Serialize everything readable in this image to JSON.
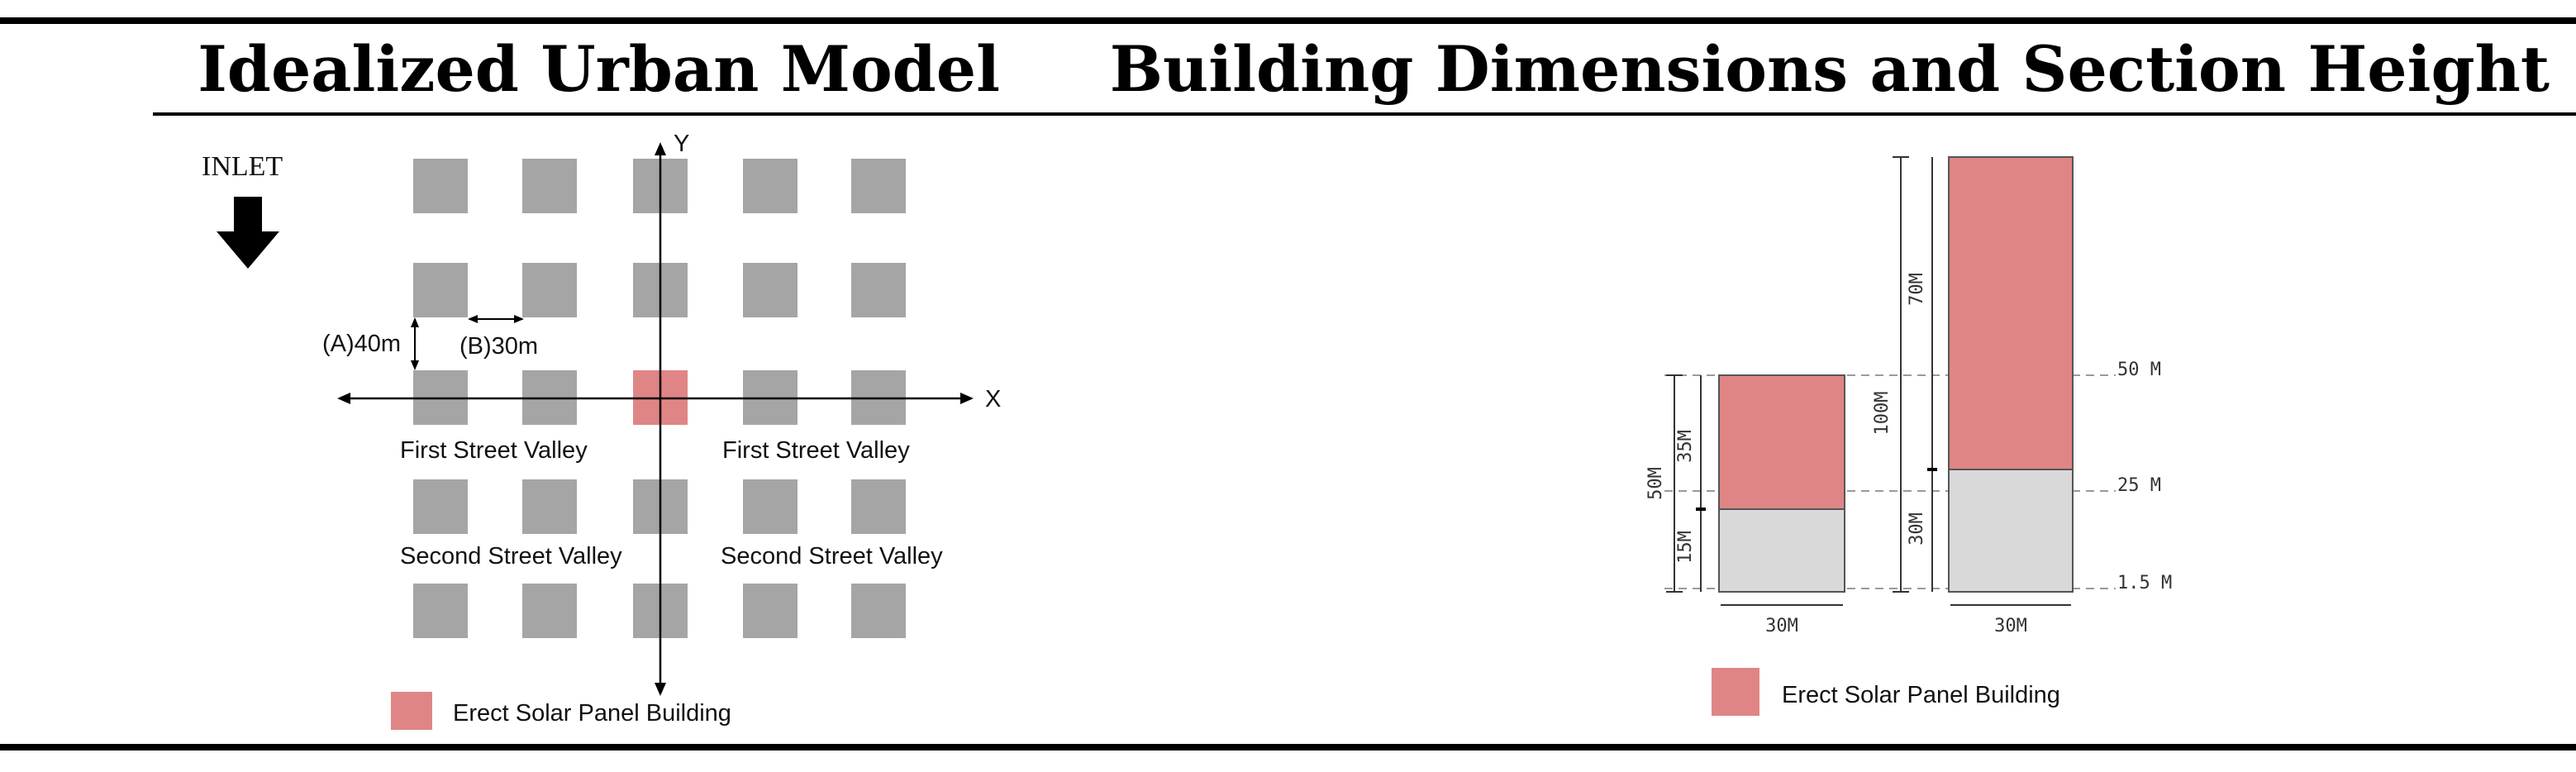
{
  "left_panel": {
    "title": "Idealized Urban Model",
    "inlet_label": "INLET",
    "axis_x_label": "X",
    "axis_y_label": "Y",
    "spacing_a_label": "(A)40m",
    "spacing_b_label": "(B)30m",
    "first_valley_left": "First Street Valley",
    "first_valley_right": "First Street Valley",
    "second_valley_left": "Second Street Valley",
    "second_valley_right": "Second Street Valley",
    "legend_label": "Erect Solar Panel Building"
  },
  "right_panel": {
    "title": "Building Dimensions and Section Height",
    "short_building": {
      "total_height": "50M",
      "upper": "35M",
      "lower": "15M",
      "width": "30M"
    },
    "tall_building": {
      "total_height": "100M",
      "upper": "70M",
      "lower": "30M",
      "width": "30M"
    },
    "sections": [
      "50 M",
      "25 M",
      "1.5 M"
    ],
    "legend_label": "Erect Solar Panel Building"
  },
  "colors": {
    "building_gray": "#a5a5a5",
    "solar_building": "#e08585",
    "lower_section": "#d9d9d9"
  }
}
